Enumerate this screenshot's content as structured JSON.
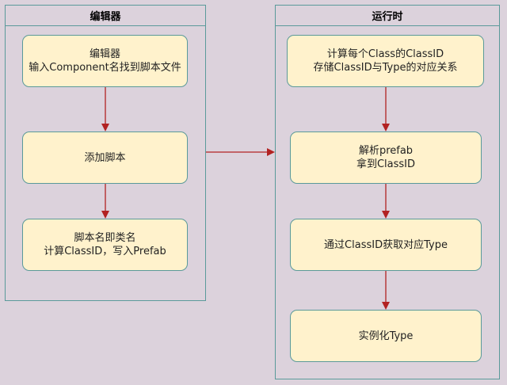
{
  "colors": {
    "background": "#dcd2dc",
    "lane_border": "#5a9a9a",
    "node_fill": "#fff2cc",
    "arrow": "#b22222"
  },
  "lanes": {
    "editor": {
      "title": "编辑器"
    },
    "runtime": {
      "title": "运行时"
    }
  },
  "nodes": {
    "editor_input": {
      "line1": "编辑器",
      "line2": "输入Component名找到脚本文件"
    },
    "add_script": {
      "line1": "添加脚本"
    },
    "script_name": {
      "line1": "脚本名即类名",
      "line2": "计算ClassID，写入Prefab"
    },
    "compute_id": {
      "line1": "计算每个Class的ClassID",
      "line2": "存储ClassID与Type的对应关系"
    },
    "parse_prefab": {
      "line1": "解析prefab",
      "line2": "拿到ClassID"
    },
    "get_type": {
      "line1": "通过ClassID获取对应Type"
    },
    "instantiate": {
      "line1": "实例化Type"
    }
  }
}
